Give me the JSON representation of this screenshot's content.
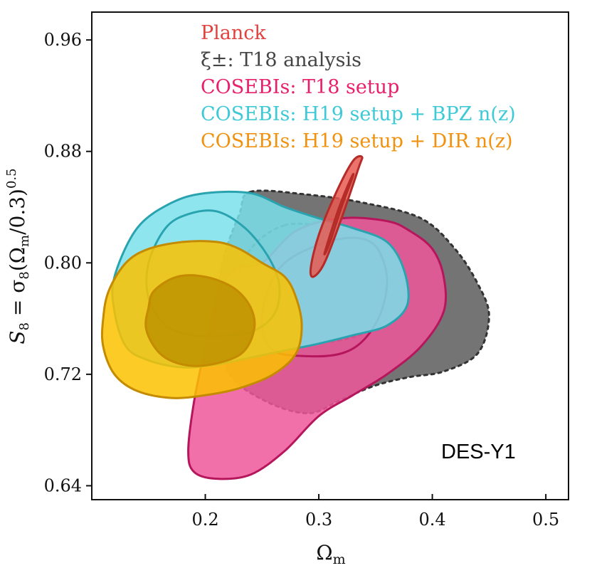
{
  "chart_data": {
    "type": "contour",
    "xlabel": "Ωm",
    "ylabel": "S8 = σ8(Ωm/0.3)^0.5",
    "xlim": [
      0.1,
      0.52
    ],
    "ylim": [
      0.63,
      0.98
    ],
    "x_ticks": [
      "0.2",
      "0.3",
      "0.4",
      "0.5"
    ],
    "y_ticks": [
      "0.64",
      "0.72",
      "0.80",
      "0.88",
      "0.96"
    ],
    "annotation": "DES-Y1",
    "legend_position": "top",
    "legend": [
      {
        "label": "Planck",
        "color": "#e0423f"
      },
      {
        "label": "ξ±: T18 analysis",
        "color": "#444444"
      },
      {
        "label": "COSEBIs: T18 setup",
        "color": "#e8206c"
      },
      {
        "label": "COSEBIs: H19 setup + BPZ n(z)",
        "color": "#3dc9d6"
      },
      {
        "label": "COSEBIs: H19 setup + DIR n(z)",
        "color": "#f0920f"
      }
    ],
    "series": [
      {
        "name": "ξ±: T18 analysis",
        "outer_fill": "#5c5c5c",
        "line": "#333333",
        "line_style": "dotted",
        "outer": [
          [
            0.24,
            0.851
          ],
          [
            0.29,
            0.849
          ],
          [
            0.34,
            0.843
          ],
          [
            0.39,
            0.832
          ],
          [
            0.42,
            0.81
          ],
          [
            0.44,
            0.785
          ],
          [
            0.45,
            0.762
          ],
          [
            0.44,
            0.735
          ],
          [
            0.41,
            0.722
          ],
          [
            0.38,
            0.718
          ],
          [
            0.35,
            0.712
          ],
          [
            0.32,
            0.702
          ],
          [
            0.29,
            0.692
          ],
          [
            0.25,
            0.702
          ],
          [
            0.22,
            0.722
          ],
          [
            0.21,
            0.76
          ],
          [
            0.215,
            0.8
          ],
          [
            0.23,
            0.835
          ]
        ],
        "inner": [
          [
            0.27,
            0.827
          ],
          [
            0.31,
            0.826
          ],
          [
            0.34,
            0.822
          ],
          [
            0.36,
            0.812
          ],
          [
            0.375,
            0.795
          ],
          [
            0.373,
            0.775
          ],
          [
            0.36,
            0.76
          ],
          [
            0.335,
            0.748
          ],
          [
            0.3,
            0.743
          ],
          [
            0.26,
            0.748
          ],
          [
            0.235,
            0.76
          ],
          [
            0.23,
            0.785
          ],
          [
            0.24,
            0.81
          ]
        ]
      },
      {
        "name": "COSEBIs: T18 setup",
        "outer_fill": "#f0579a",
        "line": "#b6165c",
        "line_style": "solid",
        "outer": [
          [
            0.25,
            0.8
          ],
          [
            0.28,
            0.823
          ],
          [
            0.32,
            0.832
          ],
          [
            0.36,
            0.83
          ],
          [
            0.38,
            0.823
          ],
          [
            0.4,
            0.81
          ],
          [
            0.41,
            0.79
          ],
          [
            0.41,
            0.765
          ],
          [
            0.39,
            0.74
          ],
          [
            0.36,
            0.72
          ],
          [
            0.33,
            0.705
          ],
          [
            0.3,
            0.69
          ],
          [
            0.27,
            0.665
          ],
          [
            0.24,
            0.648
          ],
          [
            0.21,
            0.645
          ],
          [
            0.19,
            0.65
          ],
          [
            0.185,
            0.665
          ],
          [
            0.19,
            0.7
          ],
          [
            0.2,
            0.74
          ],
          [
            0.21,
            0.775
          ],
          [
            0.225,
            0.795
          ]
        ],
        "inner": [
          [
            0.27,
            0.8
          ],
          [
            0.3,
            0.813
          ],
          [
            0.33,
            0.818
          ],
          [
            0.35,
            0.812
          ],
          [
            0.36,
            0.79
          ],
          [
            0.355,
            0.765
          ],
          [
            0.34,
            0.745
          ],
          [
            0.32,
            0.735
          ],
          [
            0.29,
            0.733
          ],
          [
            0.26,
            0.737
          ],
          [
            0.25,
            0.755
          ],
          [
            0.255,
            0.78
          ]
        ]
      },
      {
        "name": "COSEBIs: H19 setup + BPZ n(z)",
        "outer_fill": "#7ae0ea",
        "line": "#2aa3b0",
        "line_style": "solid",
        "outer": [
          [
            0.12,
            0.79
          ],
          [
            0.14,
            0.825
          ],
          [
            0.17,
            0.843
          ],
          [
            0.2,
            0.85
          ],
          [
            0.24,
            0.85
          ],
          [
            0.27,
            0.84
          ],
          [
            0.3,
            0.832
          ],
          [
            0.33,
            0.825
          ],
          [
            0.36,
            0.815
          ],
          [
            0.375,
            0.795
          ],
          [
            0.378,
            0.77
          ],
          [
            0.36,
            0.755
          ],
          [
            0.33,
            0.748
          ],
          [
            0.3,
            0.742
          ],
          [
            0.27,
            0.737
          ],
          [
            0.24,
            0.732
          ],
          [
            0.21,
            0.727
          ],
          [
            0.18,
            0.725
          ],
          [
            0.15,
            0.73
          ],
          [
            0.13,
            0.74
          ],
          [
            0.12,
            0.765
          ]
        ],
        "inner": [
          [
            0.15,
            0.8
          ],
          [
            0.165,
            0.825
          ],
          [
            0.185,
            0.835
          ],
          [
            0.21,
            0.837
          ],
          [
            0.235,
            0.825
          ],
          [
            0.255,
            0.805
          ],
          [
            0.265,
            0.785
          ],
          [
            0.262,
            0.765
          ],
          [
            0.245,
            0.752
          ],
          [
            0.22,
            0.748
          ],
          [
            0.19,
            0.748
          ],
          [
            0.165,
            0.755
          ],
          [
            0.15,
            0.775
          ]
        ]
      },
      {
        "name": "COSEBIs: H19 setup + DIR n(z)",
        "outer_fill": "#fcc200",
        "line": "#c48a00",
        "line_style": "solid",
        "outer": [
          [
            0.115,
            0.78
          ],
          [
            0.13,
            0.8
          ],
          [
            0.15,
            0.81
          ],
          [
            0.18,
            0.815
          ],
          [
            0.21,
            0.815
          ],
          [
            0.23,
            0.81
          ],
          [
            0.25,
            0.8
          ],
          [
            0.27,
            0.79
          ],
          [
            0.28,
            0.775
          ],
          [
            0.285,
            0.755
          ],
          [
            0.28,
            0.735
          ],
          [
            0.26,
            0.72
          ],
          [
            0.23,
            0.71
          ],
          [
            0.2,
            0.705
          ],
          [
            0.17,
            0.703
          ],
          [
            0.14,
            0.708
          ],
          [
            0.12,
            0.72
          ],
          [
            0.11,
            0.74
          ],
          [
            0.11,
            0.76
          ]
        ],
        "inner": [
          [
            0.155,
            0.78
          ],
          [
            0.175,
            0.79
          ],
          [
            0.2,
            0.79
          ],
          [
            0.225,
            0.782
          ],
          [
            0.24,
            0.768
          ],
          [
            0.243,
            0.752
          ],
          [
            0.232,
            0.735
          ],
          [
            0.205,
            0.727
          ],
          [
            0.18,
            0.727
          ],
          [
            0.16,
            0.735
          ],
          [
            0.148,
            0.752
          ],
          [
            0.15,
            0.768
          ]
        ]
      },
      {
        "name": "Planck",
        "outer_fill": "#e85a52",
        "line": "#b52b27",
        "line_style": "solid",
        "outer": [
          [
            0.338,
            0.876
          ],
          [
            0.335,
            0.868
          ],
          [
            0.32,
            0.832
          ],
          [
            0.305,
            0.8
          ],
          [
            0.295,
            0.79
          ],
          [
            0.293,
            0.797
          ],
          [
            0.3,
            0.82
          ],
          [
            0.315,
            0.85
          ],
          [
            0.33,
            0.873
          ]
        ],
        "inner": [
          [
            0.33,
            0.862
          ],
          [
            0.32,
            0.84
          ],
          [
            0.31,
            0.815
          ],
          [
            0.305,
            0.806
          ],
          [
            0.308,
            0.815
          ],
          [
            0.318,
            0.84
          ],
          [
            0.328,
            0.86
          ]
        ]
      }
    ]
  }
}
